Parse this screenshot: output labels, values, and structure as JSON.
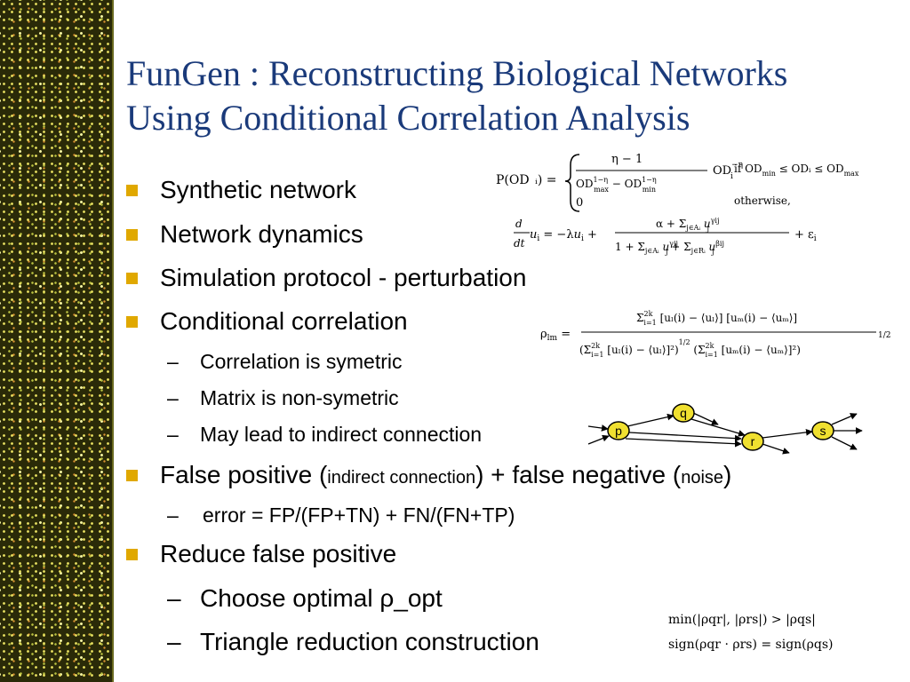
{
  "title": {
    "line1": "FunGen : Reconstructing Biological Networks",
    "line2": "Using Conditional Correlation Analysis"
  },
  "bullets": {
    "b1": "Synthetic network",
    "b2": "Network dynamics",
    "b3": "Simulation protocol - perturbation",
    "b4": "Conditional correlation",
    "b4_sub1": "Correlation is symetric",
    "b4_sub2": "Matrix is non-symetric",
    "b4_sub3": "May lead to indirect connection",
    "b5_a": "False positive (",
    "b5_b": "indirect connection",
    "b5_c": ") + false negative (",
    "b5_d": "noise",
    "b5_e": ")",
    "b5_sub1": " error = FP/(FP+TN) + FN/(FN+TP)",
    "b6": "Reduce false positive",
    "b6_sub1": "Choose optimal  ρ_opt",
    "b6_sub2": "Triangle reduction construction"
  },
  "dash": "–",
  "network": {
    "nodes": {
      "p": "p",
      "q": "q",
      "r": "r",
      "s": "s"
    },
    "node_fill": "#f0e030"
  },
  "equations": {
    "power_law": {
      "lhs": "P(OD",
      "case1_cond": "if OD",
      "case2_value": "0",
      "case2_cond": "otherwise,"
    },
    "conditions": {
      "line1": "min(|ρqr|, |ρrs|) > |ρqs|",
      "line2": "sign(ρqr · ρrs) = sign(ρqs)"
    }
  },
  "colors": {
    "title": "#1a3a7a",
    "bullet_marker": "#e0a800",
    "strip_bg": "#2a2a08"
  }
}
